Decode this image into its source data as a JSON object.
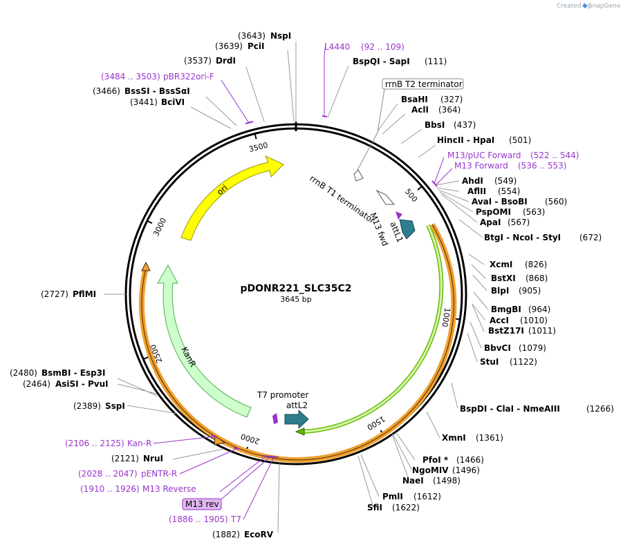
{
  "credit": {
    "prefix": "Created by",
    "brand": "SnapGene"
  },
  "plasmid": {
    "name": "pDONR221_SLC35C2",
    "length_label": "3645 bp",
    "length_bp": 3645
  },
  "ticks": [
    {
      "bp": 500,
      "label": "500"
    },
    {
      "bp": 1000,
      "label": "1000"
    },
    {
      "bp": 1500,
      "label": "1500"
    },
    {
      "bp": 2000,
      "label": "2000"
    },
    {
      "bp": 2500,
      "label": "2500"
    },
    {
      "bp": 3000,
      "label": "3000"
    },
    {
      "bp": 3500,
      "label": "3500"
    }
  ],
  "sites": [
    {
      "pos": "(3643)",
      "name": "NspI"
    },
    {
      "pos": "(3639)",
      "name": "PciI"
    },
    {
      "pos": "(3537)",
      "name": "DrdI"
    },
    {
      "pos": "(3466)",
      "name": "BssSI  -  BssSαI"
    },
    {
      "pos": "(3441)",
      "name": "BciVI"
    },
    {
      "pos": "(111)",
      "name": "BspQI  -  SapI"
    },
    {
      "pos": "(327)",
      "name": "BsaHI"
    },
    {
      "pos": "(364)",
      "name": "AclI"
    },
    {
      "pos": "(437)",
      "name": "BbsI"
    },
    {
      "pos": "(501)",
      "name": "HincII  -  HpaI"
    },
    {
      "pos": "(549)",
      "name": "AhdI"
    },
    {
      "pos": "(554)",
      "name": "AflII"
    },
    {
      "pos": "(560)",
      "name": "AvaI  -  BsoBI"
    },
    {
      "pos": "(563)",
      "name": "PspOMI"
    },
    {
      "pos": "(567)",
      "name": "ApaI"
    },
    {
      "pos": "(672)",
      "name": "BtgI  -  NcoI  -  StyI"
    },
    {
      "pos": "(826)",
      "name": "XcmI"
    },
    {
      "pos": "(868)",
      "name": "BstXI"
    },
    {
      "pos": "(905)",
      "name": "BlpI"
    },
    {
      "pos": "(964)",
      "name": "BmgBI"
    },
    {
      "pos": "(1010)",
      "name": "AccI"
    },
    {
      "pos": "(1011)",
      "name": "BstZ17I"
    },
    {
      "pos": "(1079)",
      "name": "BbvCI"
    },
    {
      "pos": "(1122)",
      "name": "StuI"
    },
    {
      "pos": "(1266)",
      "name": "BspDI  -  ClaI  -  NmeAIII"
    },
    {
      "pos": "(1361)",
      "name": "XmnI"
    },
    {
      "pos": "(1466)",
      "name": "PfoI *"
    },
    {
      "pos": "(1496)",
      "name": "NgoMIV"
    },
    {
      "pos": "(1498)",
      "name": "NaeI"
    },
    {
      "pos": "(1612)",
      "name": "PmlI"
    },
    {
      "pos": "(1622)",
      "name": "SfiI"
    },
    {
      "pos": "(1882)",
      "name": "EcoRV"
    },
    {
      "pos": "(2121)",
      "name": "NruI"
    },
    {
      "pos": "(2389)",
      "name": "SspI"
    },
    {
      "pos": "(2480)",
      "name": "BsmBI  -  Esp3I"
    },
    {
      "pos": "(2464)",
      "name": "AsiSI  -  PvuI"
    },
    {
      "pos": "(2727)",
      "name": "PflMI"
    }
  ],
  "primers": [
    {
      "name": "L4440",
      "range": "(92 .. 109)"
    },
    {
      "name": "pBR322ori-F",
      "range": "(3484 .. 3503)"
    },
    {
      "name": "M13/pUC Forward",
      "range": "(522 .. 544)"
    },
    {
      "name": "M13 Forward",
      "range": "(536 .. 553)"
    },
    {
      "name": "Kan-R",
      "range": "(2106 .. 2125)"
    },
    {
      "name": "pENTR-R",
      "range": "(2028 .. 2047)"
    },
    {
      "name": "M13 Reverse",
      "range": "(1910 .. 1926)"
    },
    {
      "name": "T7",
      "range": "(1886 .. 1905)"
    },
    {
      "name": "M13 rev",
      "range": ""
    }
  ],
  "features": [
    {
      "name": "rrnB T2 terminator"
    },
    {
      "name": "rrnB T1 terminator"
    },
    {
      "name": "M13 fwd"
    },
    {
      "name": "attL1"
    },
    {
      "name": "T7 promoter"
    },
    {
      "name": "attL2"
    },
    {
      "name": "ori"
    },
    {
      "name": "KanR"
    }
  ],
  "colors": {
    "ori": "#ffff00",
    "kanr": "#ccffcc",
    "kanr_stroke": "#55aa55",
    "att": "#2e7d8c",
    "orf_green": "#66bb00",
    "orf_orange": "#f0a030",
    "primer": "#9933cc",
    "backbone": "#000000"
  }
}
